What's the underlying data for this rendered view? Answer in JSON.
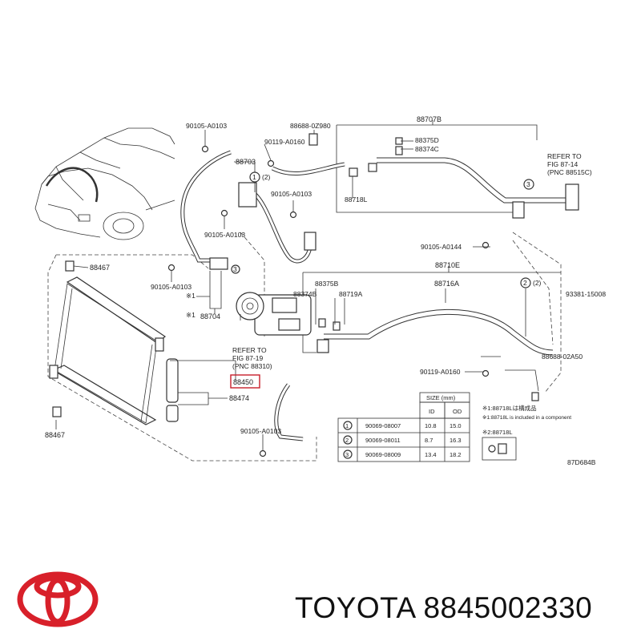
{
  "diagram": {
    "labels": {
      "l90105_a0103_top": "90105-A0103",
      "l88688_02980": "88688-0Z980",
      "l90119_a0160_top": "90119-A0160",
      "l88703": "88703",
      "l_2_top": "(2)",
      "l90105_a0103_mid": "90105-A0103",
      "l90105_a0103_left": "90105-A0103",
      "l88707b": "88707B",
      "l88375d": "88375D",
      "l88374c": "88374C",
      "l88718l_top": "88718L",
      "refer_to_1": "REFER TO",
      "refer_to_1b": "FIG 87-14",
      "refer_to_1c": "(PNC 88515C)",
      "l90105_a0144": "90105-A0144",
      "l88467_top": "88467",
      "l90105_a0103_low": "90105-A0103",
      "l88704": "88704",
      "l88710e": "88710E",
      "l88375b": "88375B",
      "l88374b": "88374B",
      "l88719a": "88719A",
      "l88716a": "88716A",
      "l_2_right": "(2)",
      "l93381_15008": "93381-15008",
      "refer_to_2": "REFER TO",
      "refer_to_2b": "FIG 87-19",
      "refer_to_2c": "(PNC 88310)",
      "l88450": "88450",
      "l88688_02a50": "88688-02A50",
      "l90119_a0160_low": "90119-A0160",
      "l88474": "88474",
      "l88467_bottom": "88467",
      "l90105_a0103_bottom": "90105-A0103",
      "note1": "※1:88718Lは構成品",
      "note2": "※1:88718L is included in a component",
      "note3": "※2:88718L",
      "l_star1": "※1",
      "l_star1b": "※1",
      "code": "87D684B"
    },
    "size_table": {
      "header": "SIZE (mm)",
      "col_id": "ID",
      "col_od": "OD",
      "rows": [
        {
          "no": "1",
          "part": "90069-08007",
          "id": "10.8",
          "od": "15.0"
        },
        {
          "no": "2",
          "part": "90069-08011",
          "id": "8.7",
          "od": "16.3"
        },
        {
          "no": "3",
          "part": "90069-08009",
          "id": "13.4",
          "od": "18.2"
        }
      ]
    }
  },
  "footer": {
    "brand": "TOYOTA",
    "part_number": "8845002330",
    "logo_color": "#d8202a"
  }
}
